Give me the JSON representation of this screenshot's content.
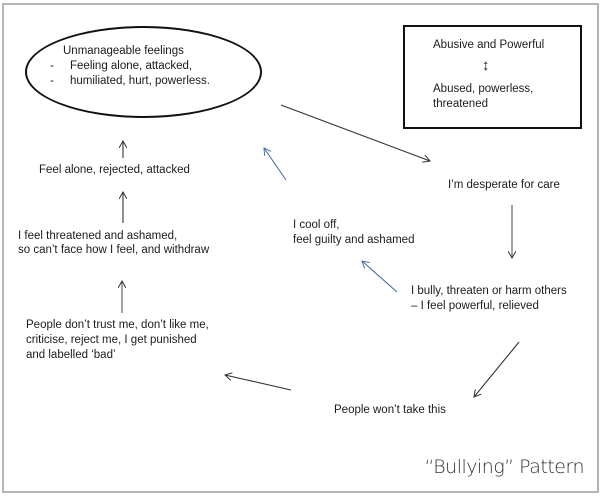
{
  "diagram": {
    "title": "“Bullying” Pattern",
    "ellipse_node": {
      "heading": "Unmanageable feelings",
      "bullets": [
        {
          "marker": "-",
          "text": "Feeling alone, attacked,"
        },
        {
          "marker": "-",
          "text": "humiliated, hurt, powerless."
        }
      ]
    },
    "legend_box": {
      "top": "Abusive and Powerful",
      "connector": "↕",
      "bottom_line1": "Abused, powerless,",
      "bottom_line2": "threatened"
    },
    "nodes": {
      "desperate": "I’m desperate for care",
      "bully": [
        "I bully, threaten or harm others",
        "– I feel powerful, relieved"
      ],
      "wont_take": "People won’t take this",
      "people_reject": [
        "People don’t trust me, don’t like me,",
        "criticise, reject me, I get punished",
        "and labelled ‘bad’"
      ],
      "threatened": [
        "I feel threatened and ashamed,",
        "so can’t face how I feel, and withdraw"
      ],
      "feel_alone": "Feel alone, rejected, attacked",
      "cool_off": [
        "I cool off,",
        "feel guilty and ashamed"
      ]
    },
    "edges": [
      {
        "from": "ellipse_node",
        "to": "desperate",
        "color": "#333333"
      },
      {
        "from": "desperate",
        "to": "bully",
        "color": "#555555"
      },
      {
        "from": "bully",
        "to": "wont_take",
        "color": "#333333"
      },
      {
        "from": "wont_take",
        "to": "people_reject",
        "color": "#333333"
      },
      {
        "from": "people_reject",
        "to": "threatened",
        "color": "#333333"
      },
      {
        "from": "threatened",
        "to": "feel_alone",
        "color": "#333333"
      },
      {
        "from": "feel_alone",
        "to": "ellipse_node",
        "color": "#333333"
      },
      {
        "from": "bully",
        "to": "cool_off",
        "color": "#4a6fa5"
      },
      {
        "from": "cool_off",
        "to": "ellipse_node",
        "color": "#4a6fa5"
      }
    ]
  }
}
